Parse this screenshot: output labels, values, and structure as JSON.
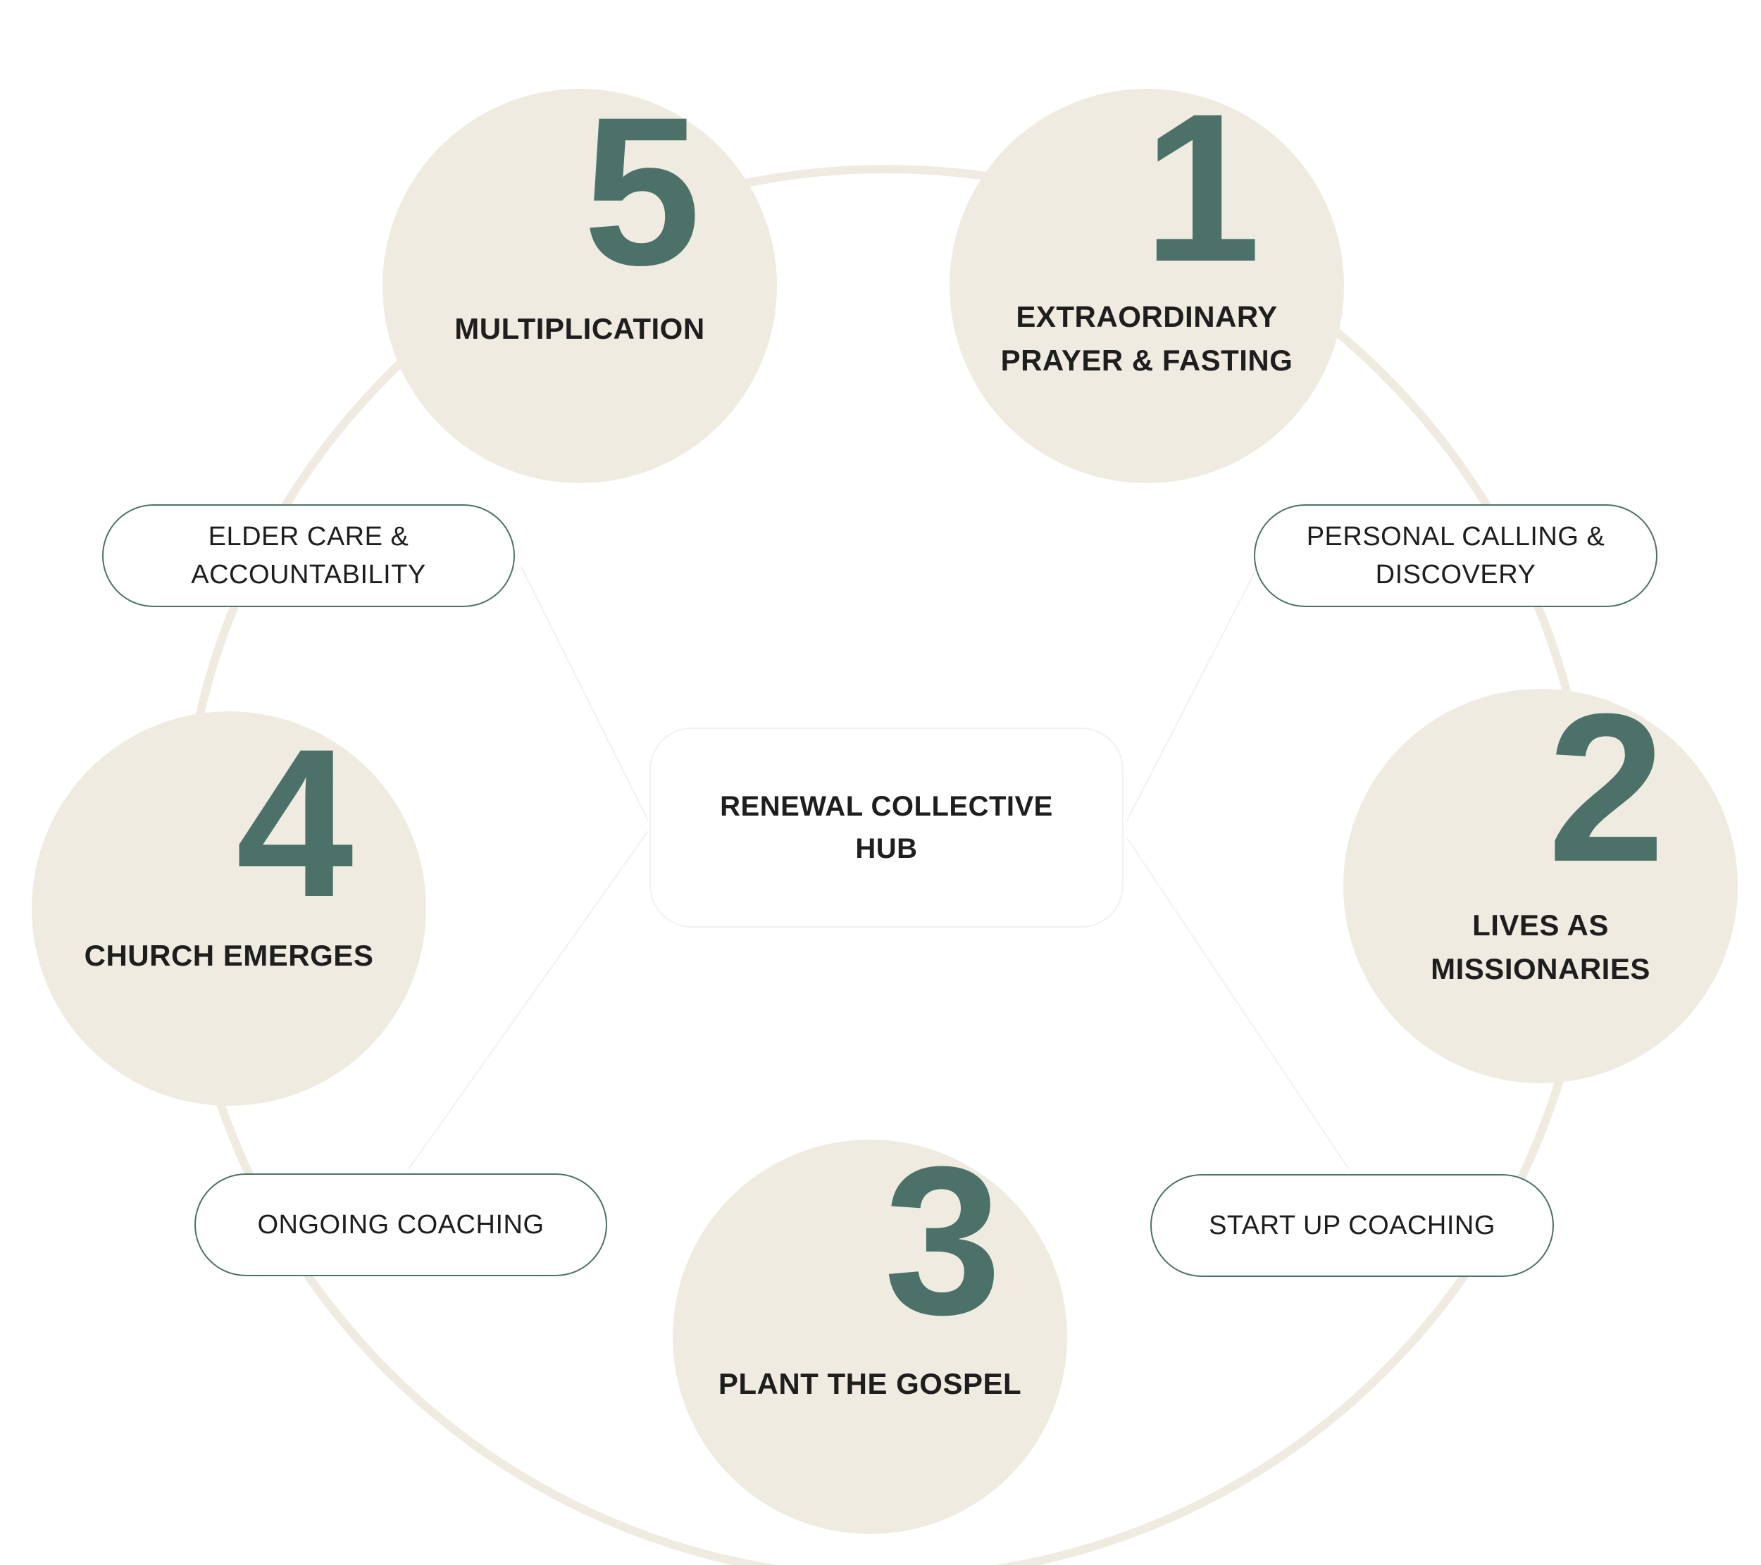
{
  "colors": {
    "circle_fill": "#efebe0",
    "number_color": "#4b7169",
    "pill_border": "#4b7169",
    "text_color": "#1e1e1e",
    "ring_color": "#efebe0"
  },
  "hub": {
    "line1": "RENEWAL COLLECTIVE",
    "line2": "HUB"
  },
  "stages": [
    {
      "number": "1",
      "line1": "EXTRAORDINARY",
      "line2": "PRAYER & FASTING"
    },
    {
      "number": "2",
      "line1": "LIVES AS",
      "line2": "MISSIONARIES"
    },
    {
      "number": "3",
      "line1": "PLANT THE GOSPEL",
      "line2": ""
    },
    {
      "number": "4",
      "line1": "CHURCH EMERGES",
      "line2": ""
    },
    {
      "number": "5",
      "line1": "MULTIPLICATION",
      "line2": ""
    }
  ],
  "connectors": [
    {
      "line1": "PERSONAL CALLING &",
      "line2": "DISCOVERY"
    },
    {
      "line1": "START UP COACHING",
      "line2": ""
    },
    {
      "line1": "ONGOING COACHING",
      "line2": ""
    },
    {
      "line1": "ELDER CARE &",
      "line2": "ACCOUNTABILITY"
    }
  ]
}
